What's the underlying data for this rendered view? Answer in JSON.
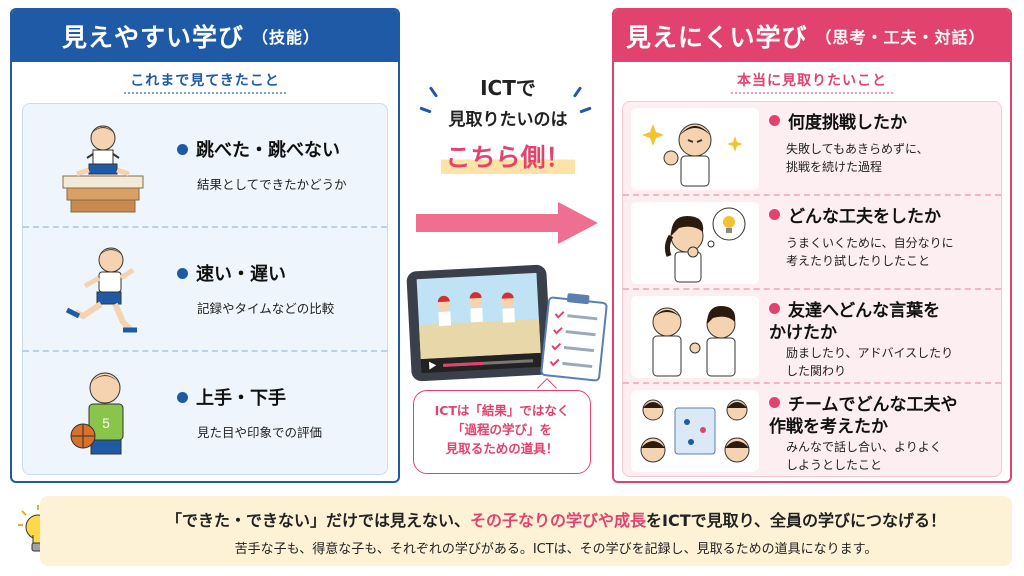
{
  "colors": {
    "blue": "#1f5aa6",
    "pink": "#e2436e",
    "cream": "#fdf2d6"
  },
  "left": {
    "title": "見えやすい学び",
    "title_sub": "（技能）",
    "subtitle": "これまで見てきたこと",
    "items": [
      {
        "title": "跳べた・跳べない",
        "desc": "結果としてできたかどうか",
        "icon": "vaulting-child-icon"
      },
      {
        "title": "速い・遅い",
        "desc": "記録やタイムなどの比較",
        "icon": "running-child-icon"
      },
      {
        "title": "上手・下手",
        "desc": "見た目や印象での評価",
        "icon": "ball-child-icon"
      }
    ]
  },
  "middle": {
    "line1": "ICTで",
    "line2": "見取りたいのは",
    "line3": "こちら側！",
    "bubble_line1": "ICTは「結果」ではなく",
    "bubble_line2": "「過程の学び」を",
    "bubble_line3": "見取るための道具！"
  },
  "right": {
    "title": "見えにくい学び",
    "title_sub": "（思考・工夫・対話）",
    "subtitle": "本当に見取りたいこと",
    "items": [
      {
        "title": "何度挑戦したか",
        "desc_line1": "失敗してもあきらめずに、",
        "desc_line2": "挑戦を続けた過程",
        "icon": "determined-child-icon"
      },
      {
        "title": "どんな工夫をしたか",
        "desc_line1": "うまくいくために、自分なりに",
        "desc_line2": "考えたり試したりしたこと",
        "icon": "thinking-child-icon"
      },
      {
        "title_line1": "友達へどんな言葉を",
        "title_line2": "かけたか",
        "desc_line1": "励ましたり、アドバイスしたり",
        "desc_line2": "した関わり",
        "icon": "talking-children-icon"
      },
      {
        "title_line1": "チームでどんな工夫や",
        "title_line2": "作戦を考えたか",
        "desc_line1": "みんなで話し合い、よりよく",
        "desc_line2": "しようとしたこと",
        "icon": "team-strategy-icon"
      }
    ]
  },
  "banner": {
    "main_part1": "「できた・できない」だけでは見えない、",
    "main_highlight": "その子なりの学びや成長",
    "main_part2": "をICTで見取り、全員の学びにつなげる！",
    "sub": "苦手な子も、得意な子も、それぞれの学びがある。ICTは、その学びを記録し、見取るための道具になります。",
    "icon": "lightbulb-icon"
  }
}
